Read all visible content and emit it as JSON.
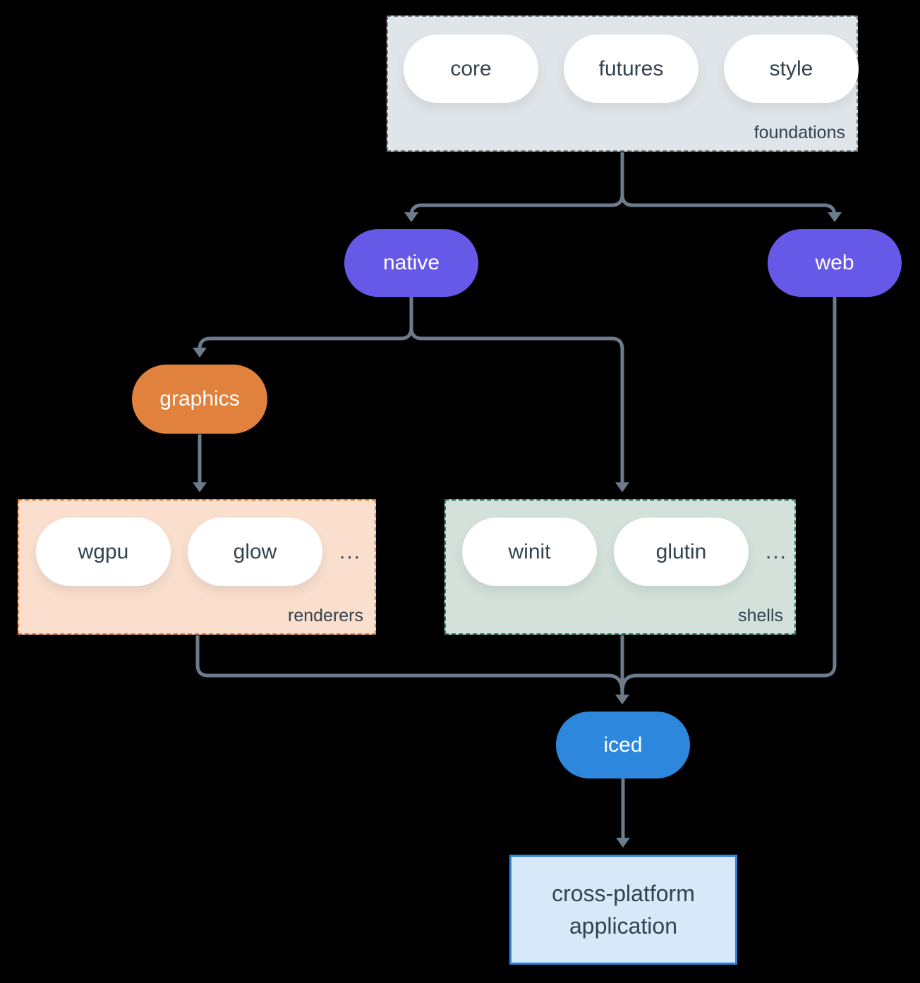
{
  "diagram": {
    "background_color": "#000000",
    "connector_color": "#6d7c8c",
    "text_color": "#33424f",
    "groups": {
      "foundations": {
        "label": "foundations",
        "fill": "#e0e5e9",
        "border_color": "#74828f",
        "items": [
          "core",
          "futures",
          "style"
        ]
      },
      "renderers": {
        "label": "renderers",
        "fill": "#fadfce",
        "border_color": "#e8873f",
        "items": [
          "wgpu",
          "glow"
        ],
        "ellipsis": "..."
      },
      "shells": {
        "label": "shells",
        "fill": "#d3e1da",
        "border_color": "#2f8273",
        "items": [
          "winit",
          "glutin"
        ],
        "ellipsis": "..."
      }
    },
    "nodes": {
      "native": {
        "label": "native",
        "fill": "#6659e8"
      },
      "web": {
        "label": "web",
        "fill": "#6659e8"
      },
      "graphics": {
        "label": "graphics",
        "fill": "#e0813d"
      },
      "iced": {
        "label": "iced",
        "fill": "#2d87dd"
      },
      "application": {
        "label_line1": "cross-platform",
        "label_line2": "application",
        "fill": "#d7e9f9",
        "border_color": "#2e86de"
      }
    },
    "edges": [
      "foundations -> native",
      "foundations -> web",
      "native -> graphics",
      "native -> shells",
      "graphics -> renderers",
      "renderers -> iced",
      "shells -> iced",
      "web -> iced",
      "iced -> application"
    ]
  }
}
